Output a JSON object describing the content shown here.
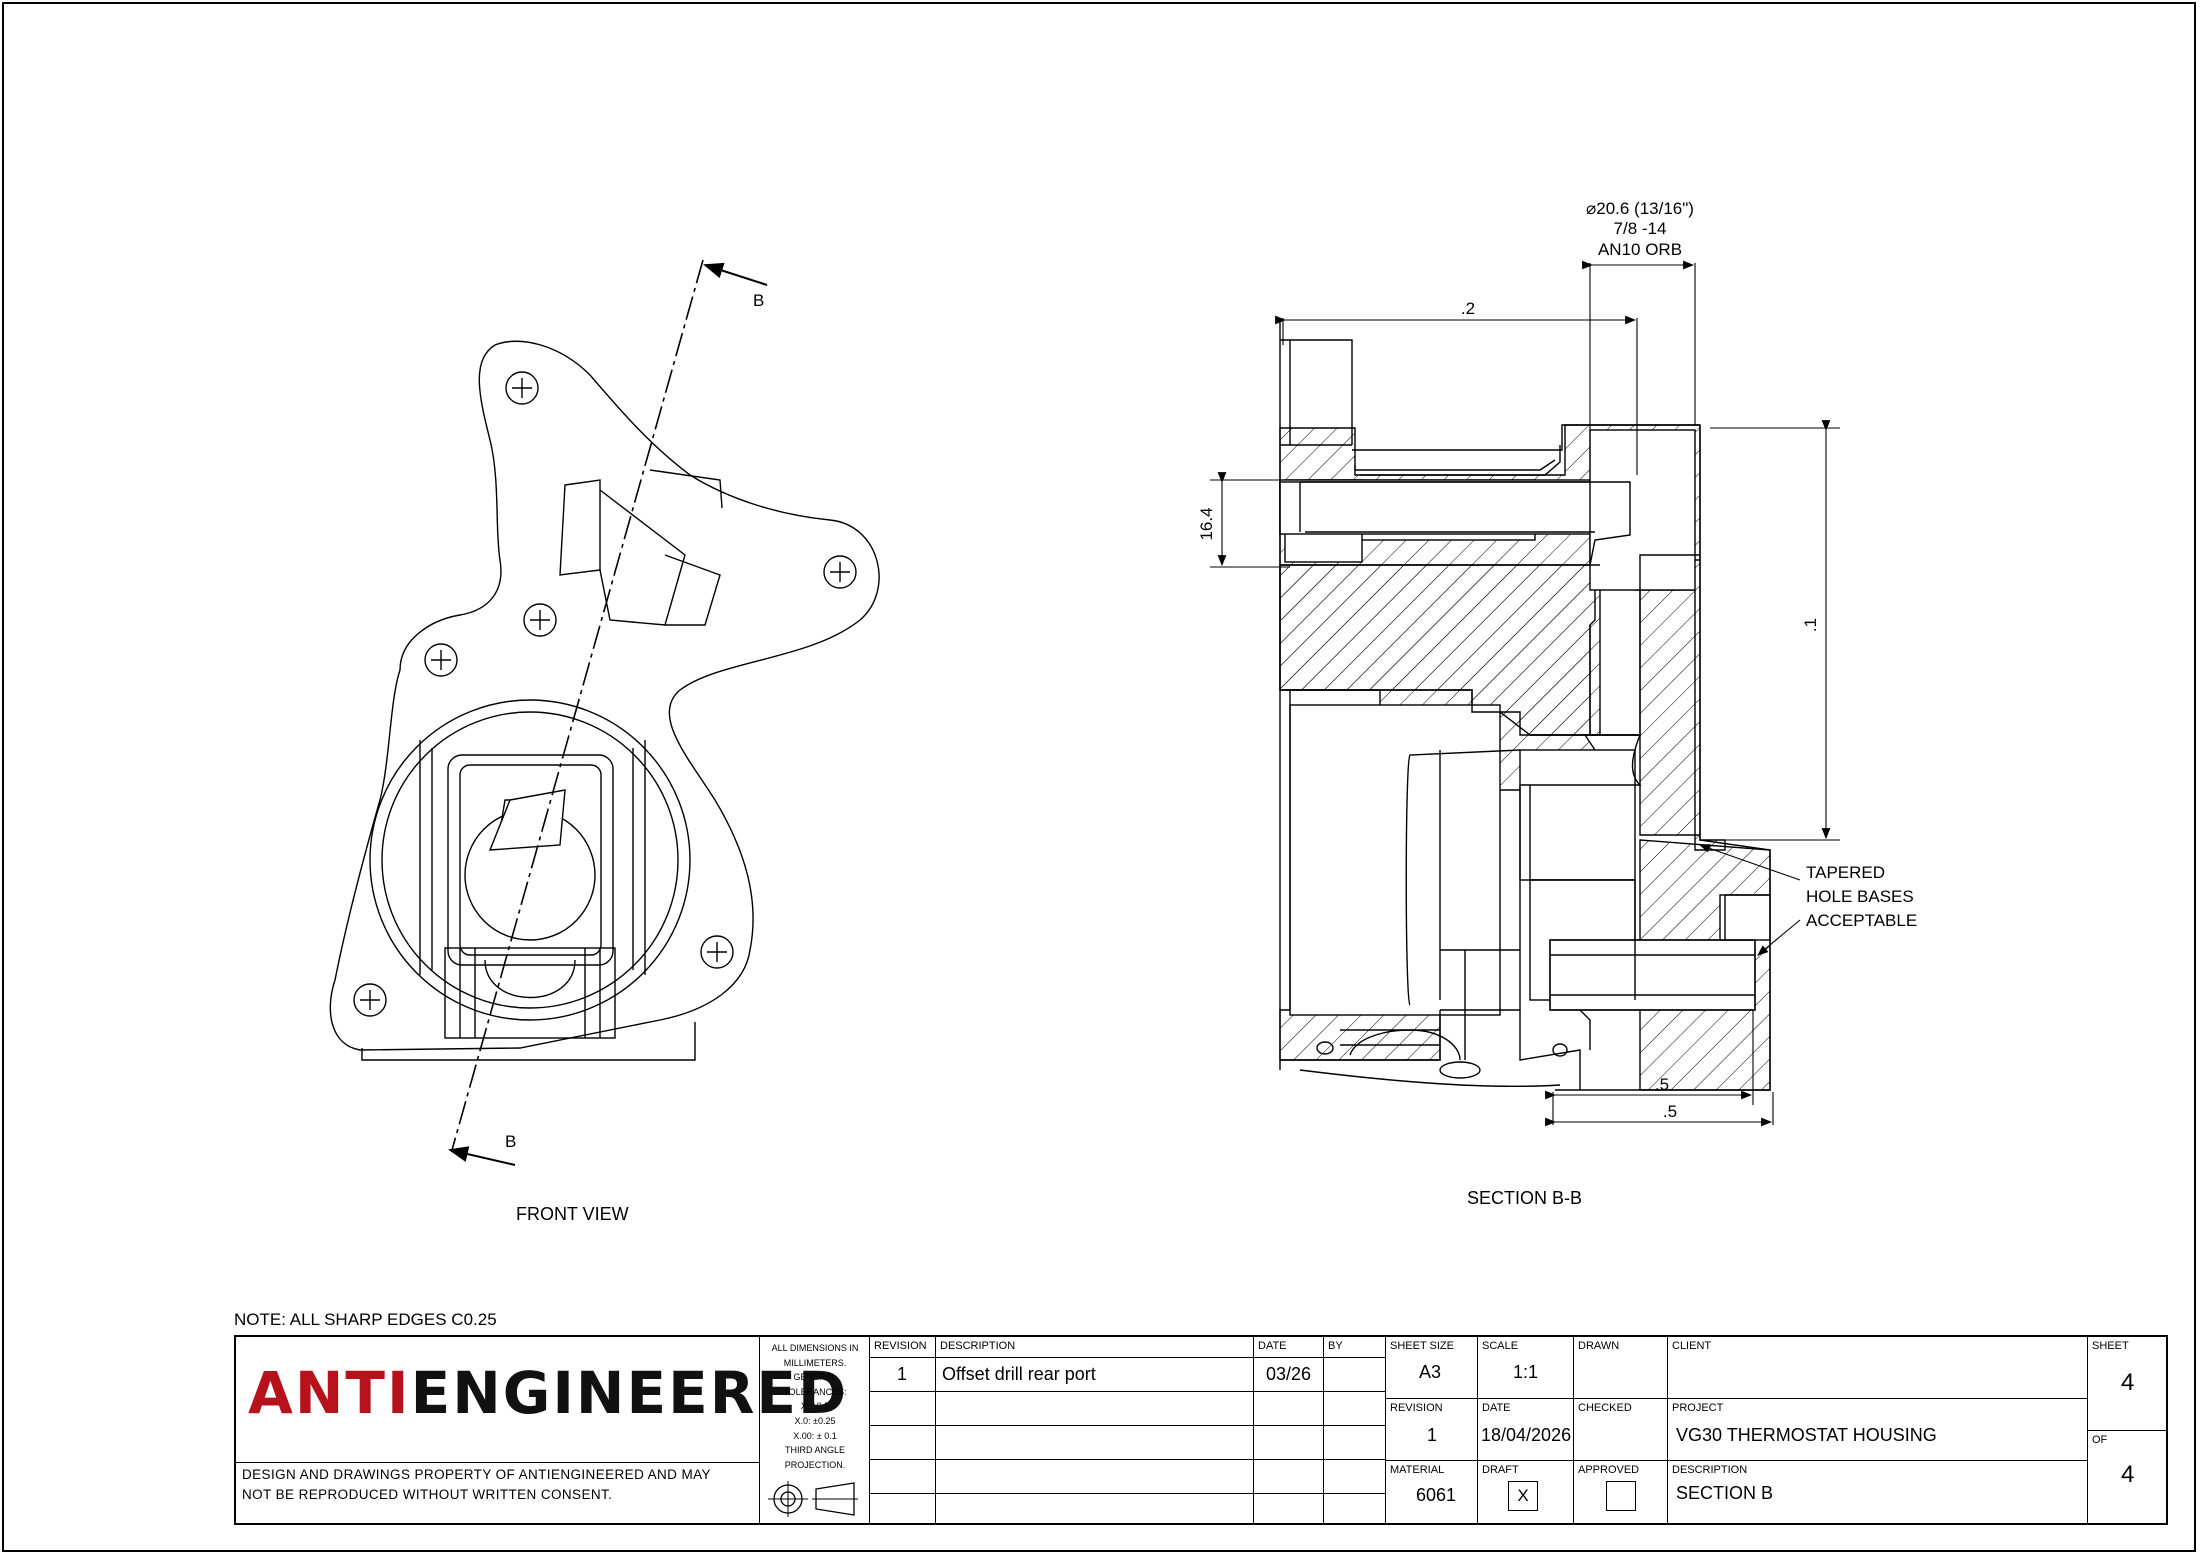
{
  "views": {
    "front_label": "FRONT VIEW",
    "section_label": "SECTION B-B",
    "section_marker": "B"
  },
  "dimensions": {
    "port_dia": "⌀20.6 (13/16\")",
    "port_thread": "7/8 -14",
    "port_type": "AN10 ORB",
    "top_width": ".2",
    "bore_height": "16.4",
    "overall_height": ".1",
    "bottom_1": ".5",
    "bottom_2": ".5"
  },
  "callout": {
    "line1": "TAPERED",
    "line2": "HOLE BASES",
    "line3": "ACCEPTABLE"
  },
  "note": "NOTE: ALL SHARP EDGES C0.25",
  "title_block": {
    "logo_part1": "ANTI",
    "logo_part2": "ENGINEERED",
    "property_line1": "DESIGN AND DRAWINGS PROPERTY OF ANTIENGINEERED AND MAY",
    "property_line2": "NOT BE REPRODUCED WITHOUT WRITTEN CONSENT.",
    "tolerance_lines": [
      "ALL DIMENSIONS IN",
      "MILLIMETERS.",
      "GENERAL",
      "TOLERANCES:",
      "X: ±0.5",
      "X.0: ±0.25",
      "X.00: ± 0.1",
      "THIRD ANGLE",
      "PROJECTION."
    ],
    "revision_header": "REVISION",
    "description_header": "DESCRIPTION",
    "date_header": "DATE",
    "by_header": "BY",
    "rev_row_number": "1",
    "rev_row_description": "Offset drill rear port",
    "rev_row_date": "03/26",
    "sheet_size_label": "SHEET SIZE",
    "sheet_size": "A3",
    "scale_label": "SCALE",
    "scale": "1:1",
    "drawn_label": "DRAWN",
    "client_label": "CLIENT",
    "revision_label": "REVISION",
    "revision": "1",
    "date_label": "DATE",
    "date": "18/04/2026",
    "checked_label": "CHECKED",
    "project_label": "PROJECT",
    "project": "VG30 THERMOSTAT HOUSING",
    "material_label": "MATERIAL",
    "material": "6061",
    "draft_label": "DRAFT",
    "draft": "X",
    "approved_label": "APPROVED",
    "description_label": "DESCRIPTION",
    "description": "SECTION B",
    "sheet_label": "SHEET",
    "sheet": "4",
    "of_label": "OF",
    "of": "4"
  }
}
